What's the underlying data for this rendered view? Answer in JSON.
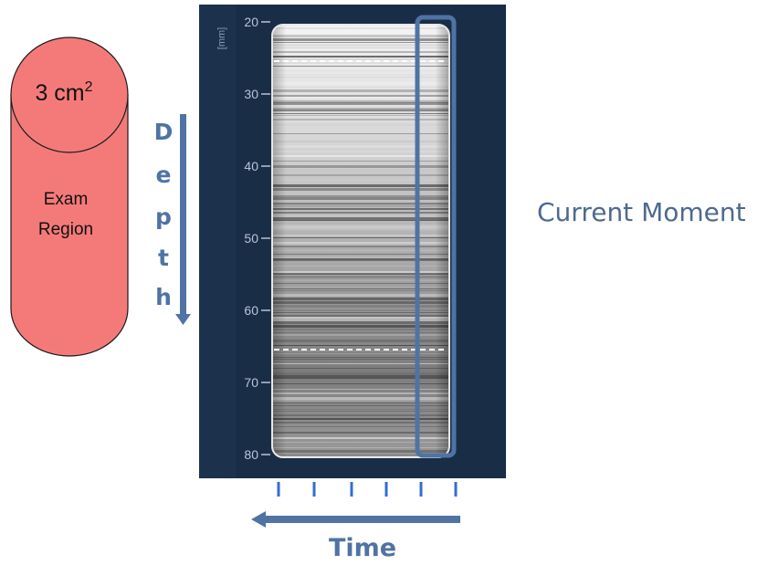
{
  "cylinder": {
    "area_value": "3 cm",
    "area_exponent": "2",
    "label_line1": "Exam",
    "label_line2": "Region",
    "fill_color": "#f47a7a"
  },
  "depth_label": [
    "D",
    "e",
    "p",
    "t",
    "h"
  ],
  "scan": {
    "unit": "[mm]",
    "ticks": [
      "20",
      "30",
      "40",
      "50",
      "60",
      "70",
      "80"
    ],
    "panel_color": "#1a2d47",
    "highlight_color": "#4f73a3"
  },
  "current_moment_label": "Current Moment",
  "time_label": "Time",
  "arrow_color": "#4f73a3"
}
